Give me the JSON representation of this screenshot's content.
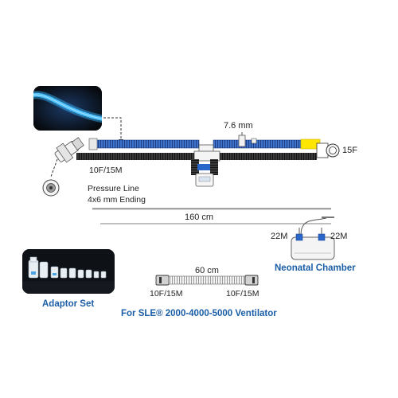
{
  "labels": {
    "diameter": "7.6 mm",
    "end_15f": "15F",
    "patient_end": "10F/15M",
    "pressure_line": "Pressure Line",
    "pressure_ending": "4x6 mm Ending",
    "length_main": "160 cm",
    "chamber_port_left": "22M",
    "chamber_port_right": "22M",
    "neonatal_chamber": "Neonatal Chamber",
    "extension_length": "60 cm",
    "extension_end_left": "10F/15M",
    "extension_end_right": "10F/15M",
    "adaptor_set": "Adaptor Set",
    "ventilator": "For SLE® 2000-4000-5000 Ventilator"
  },
  "colors": {
    "tube_blue": "#3f72c9",
    "tube_blue_dark": "#1e3f86",
    "tube_black": "#2b2b2b",
    "accent_yellow": "#ffe600",
    "label_blue": "#1a5ea8",
    "photo_bg": "#0b0f14",
    "glow": "#35b7ff"
  },
  "icons": {
    "detail_photo": "heated-wire-closeup-icon",
    "adaptor_photo": "adaptor-set-icon",
    "chamber": "humidifier-chamber-icon",
    "pressure_connector": "pressure-line-connector-icon"
  }
}
